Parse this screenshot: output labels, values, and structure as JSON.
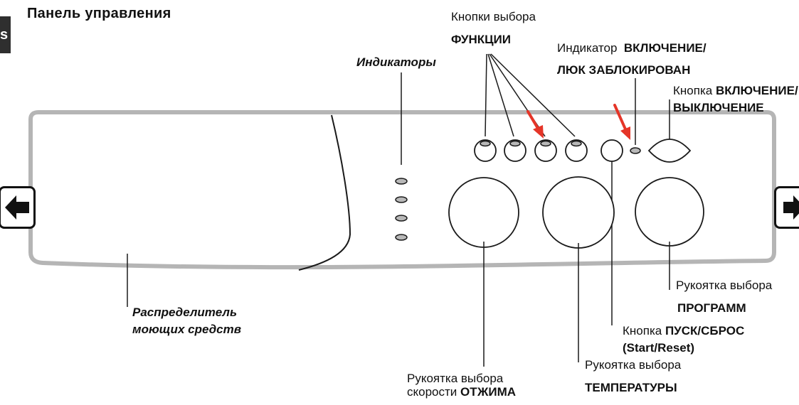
{
  "title": "Панель управления",
  "tab_letter": "s",
  "labels": {
    "function_buttons_line1": "Кнопки выбора",
    "function_buttons_line2": "ФУНКЦИИ",
    "indicators": "Индикаторы",
    "power_indicator_prefix": "Индикатор",
    "power_indicator_bold1": "ВКЛЮЧЕНИЕ/",
    "power_indicator_line2": "ЛЮК ЗАБЛОКИРОВАН",
    "power_button_prefix": "Кнопка",
    "power_button_bold1": "ВКЛЮЧЕНИЕ/",
    "power_button_line2": "ВЫКЛЮЧЕНИЕ",
    "detergent_line1": "Распределитель",
    "detergent_line2": "моющих средств",
    "program_line1": "Рукоятка выбора",
    "program_line2": "ПРОГРАММ",
    "start_prefix": "Кнопка",
    "start_bold": "ПУСК/СБРОС",
    "start_line2": "(Start/Reset)",
    "temp_line1": "Рукоятка выбора",
    "temp_line2": "ТЕМПЕРАТУРЫ",
    "spin_line1": "Рукоятка выбора",
    "spin_line2_prefix": "скорости",
    "spin_line2_bold": "ОТЖИМА"
  },
  "colors": {
    "panel_outline": "#b5b5b5",
    "line": "#1a1a1a",
    "arrow_red": "#e53528",
    "led_fill": "#b8b8b8",
    "nav_fill": "#111111"
  },
  "icons": {
    "nav_left": "arrow-left-icon",
    "nav_right": "arrow-right-icon"
  }
}
